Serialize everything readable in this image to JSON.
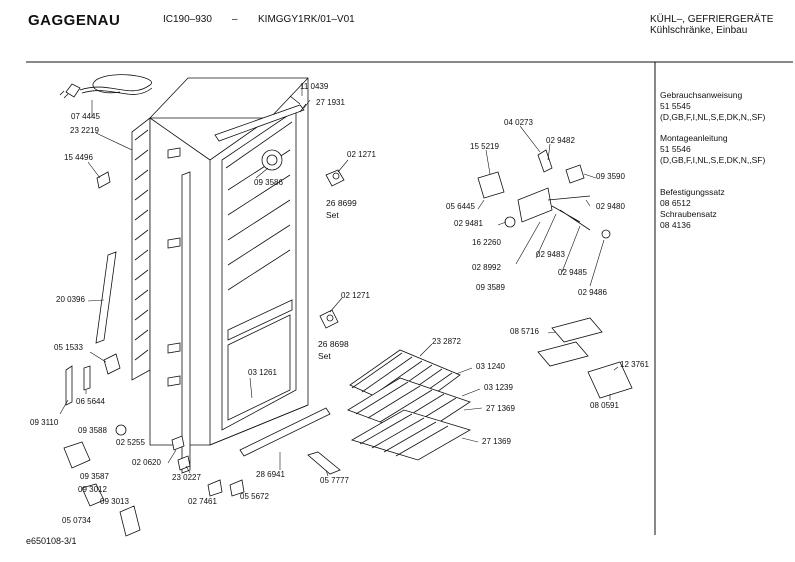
{
  "header": {
    "brand": "GAGGENAU",
    "model": "IC190–930",
    "dash": "–",
    "code": "KIMGGY1RK/01–V01",
    "category_line1": "KÜHL–, GEFRIERGERÄTE",
    "category_line2": "Kühlschränke, Einbau"
  },
  "documents": [
    {
      "title": "Gebrauchsanweisung",
      "number": "51 5545",
      "langs": "(D,GB,F,I,NL,S,E,DK,N,,SF)"
    },
    {
      "title": "Montageanleitung",
      "number": "51 5546",
      "langs": "(D,GB,F,I,NL,S,E,DK,N,,SF)"
    },
    {
      "title": "Befestigungssatz",
      "number": "08 6512",
      "langs": ""
    },
    {
      "title": "Schraubensatz",
      "number": "08 4136",
      "langs": ""
    }
  ],
  "part_labels": {
    "p074445": "07 4445",
    "p232219": "23 2219",
    "p154496": "15 4496",
    "p200396": "20 0396",
    "p051533": "05 1533",
    "p065644": "06 5644",
    "p093110": "09 3110",
    "p093588": "09 3588",
    "p093587": "09 3587",
    "p025255": "02 5255",
    "p020620": "02 0620",
    "p230227": "23 0227",
    "p093012": "09 3012",
    "p093013": "09 3013",
    "p050734": "05 0734",
    "p027461": "02 7461",
    "p055672": "05 5672",
    "p286941": "28 6941",
    "p057777": "05 7777",
    "p110439": "11 0439",
    "p271931": "27 1931",
    "p093586": "09 3586",
    "p021271a": "02 1271",
    "p268699": "26 8699",
    "set1": "Set",
    "p021271b": "02 1271",
    "p268698": "26 8698",
    "set2": "Set",
    "p031261": "03 1261",
    "p040273": "04 0273",
    "p155219": "15 5219",
    "p029482": "02 9482",
    "p093590": "09 3590",
    "p056445": "05 6445",
    "p029481": "02 9481",
    "p029480": "02 9480",
    "p162260": "16 2260",
    "p028992": "02 8992",
    "p029483": "02 9483",
    "p093589": "09 3589",
    "p029485": "02 9485",
    "p029486": "02 9486",
    "p085716": "08 5716",
    "p123761": "12 3761",
    "p080591": "08 0591",
    "p232872": "23 2872",
    "p031240": "03 1240",
    "p031239": "03 1239",
    "p271369a": "27 1369",
    "p271369b": "27 1369"
  },
  "footer": {
    "drawing_id": "e650108-3/1"
  }
}
